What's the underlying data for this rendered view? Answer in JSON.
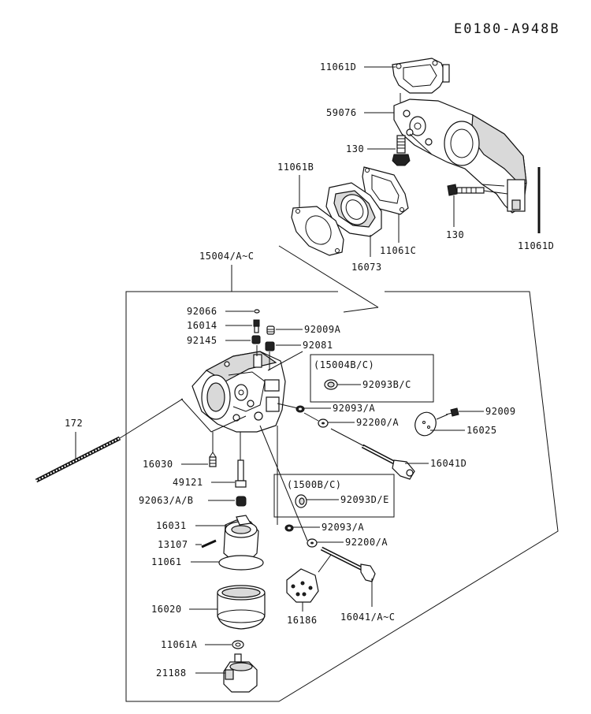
{
  "diagram": {
    "reference_code": "E0180-A948B",
    "labels": {
      "intake_gasket_top": "11061D",
      "intake_manifold": "59076",
      "manifold_bolt": "130",
      "gasket_b": "11061B",
      "gasket_c": "11061C",
      "insulator": "16073",
      "long_bolt": "130",
      "gasket_d_right": "11061D",
      "carb_assembly": "15004/A~C",
      "pin": "92066",
      "jet": "16014",
      "spring_92145": "92145",
      "screw_92009a": "92009A",
      "spring_92081": "92081",
      "inset_a_title": "(15004B/C)",
      "inset_a_part": "92093B/C",
      "stud": "172",
      "seal_92093a_upper": "92093/A",
      "washer_92200a_upper": "92200/A",
      "screw_92009": "92009",
      "throttle_valve": "16025",
      "throttle_shaft": "16041D",
      "screw_16030": "16030",
      "main_jet_49121": "49121",
      "spring_92063": "92063/A/B",
      "inset_b_title": "(1500B/C)",
      "inset_b_part": "92093D/E",
      "float": "16031",
      "float_pin": "13107",
      "gasket_11061": "11061",
      "seal_92093a_lower": "92093/A",
      "washer_92200a_lower": "92200/A",
      "float_bowl": "16020",
      "choke_valve": "16186",
      "choke_shaft": "16041/A~C",
      "bowl_gasket": "11061A",
      "solenoid": "21188"
    }
  }
}
